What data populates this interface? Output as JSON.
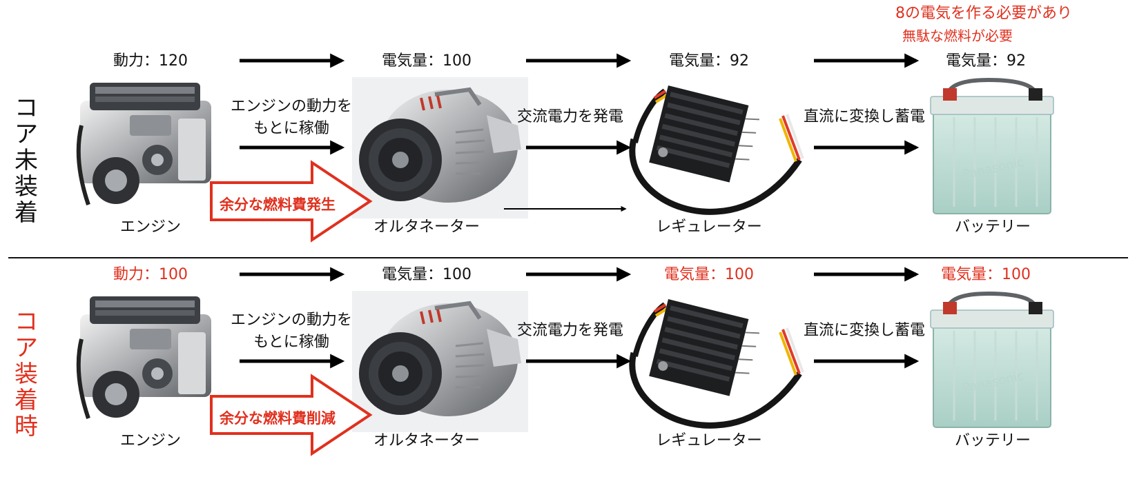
{
  "colors": {
    "accent_red": "#e0301e",
    "text": "#111111"
  },
  "note": {
    "line1": "8の電気を作る必要があり",
    "line2": "無駄な燃料が必要"
  },
  "rows": [
    {
      "label": "コア未装着",
      "label_color": "#111111",
      "values": {
        "engine": "動力：120",
        "alternator": "電気量：100",
        "regulator": "電気量：92",
        "battery": "電気量：92"
      },
      "value_colors": {
        "engine": "#111111",
        "alternator": "#111111",
        "regulator": "#111111",
        "battery": "#111111"
      },
      "descriptions": {
        "engine_line1": "エンジンの動力を",
        "engine_line2": "もとに稼働",
        "alternator": "交流電力を発電",
        "regulator": "直流に変換し蓄電"
      },
      "fuel_arrow": "余分な燃料費発生",
      "components": {
        "engine": "エンジン",
        "alternator": "オルタネーター",
        "regulator": "レギュレーター",
        "battery": "バッテリー"
      },
      "battery_brand": "Panasonic"
    },
    {
      "label": "コア装着時",
      "label_color": "#e0301e",
      "values": {
        "engine": "動力：100",
        "alternator": "電気量：100",
        "regulator": "電気量：100",
        "battery": "電気量：100"
      },
      "value_colors": {
        "engine": "#e0301e",
        "alternator": "#111111",
        "regulator": "#e0301e",
        "battery": "#e0301e"
      },
      "descriptions": {
        "engine_line1": "エンジンの動力を",
        "engine_line2": "もとに稼働",
        "alternator": "交流電力を発電",
        "regulator": "直流に変換し蓄電"
      },
      "fuel_arrow": "余分な燃料費削減",
      "components": {
        "engine": "エンジン",
        "alternator": "オルタネーター",
        "regulator": "レギュレーター",
        "battery": "バッテリー"
      },
      "battery_brand": "Panasonic"
    }
  ]
}
